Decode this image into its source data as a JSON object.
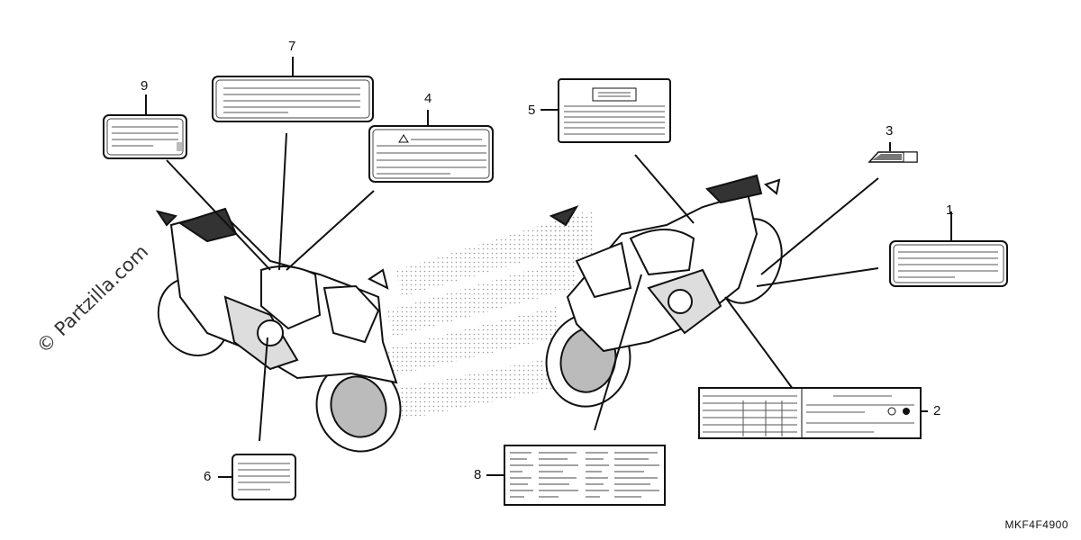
{
  "watermark": "© Partzilla.com",
  "diagram_code": "MKF4F4900",
  "callouts": [
    {
      "id": "1",
      "label": "1"
    },
    {
      "id": "2",
      "label": "2"
    },
    {
      "id": "3",
      "label": "3"
    },
    {
      "id": "4",
      "label": "4"
    },
    {
      "id": "5",
      "label": "5"
    },
    {
      "id": "6",
      "label": "6"
    },
    {
      "id": "7",
      "label": "7"
    },
    {
      "id": "8",
      "label": "8"
    },
    {
      "id": "9",
      "label": "9"
    }
  ],
  "icons": {
    "warning_label_symbol": "warning-triangle-icon"
  }
}
